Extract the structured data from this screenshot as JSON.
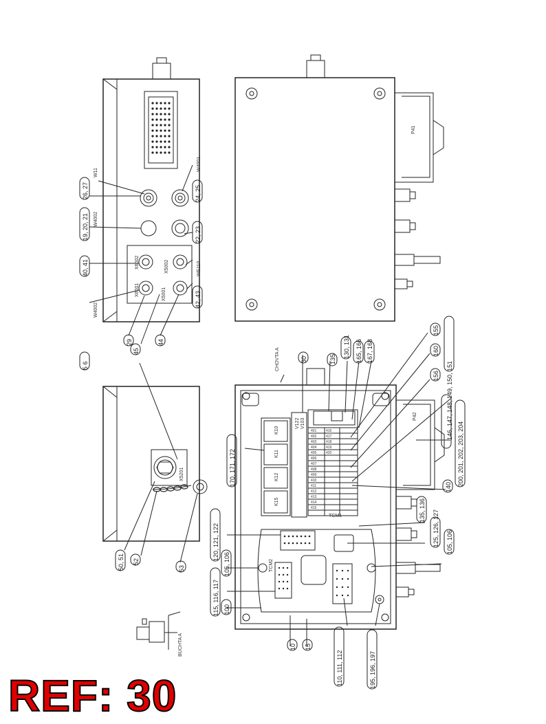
{
  "ref": {
    "label": "REF: 30"
  },
  "top_left_view": {
    "labels": [
      "W11",
      "W4002",
      "W4001",
      "WE110",
      "X6001",
      "X6002",
      "X5001",
      "X5002",
      "W4002"
    ],
    "callouts": [
      "26, 27",
      "19, 20, 21",
      "40, 41",
      "24, 25",
      "22, 23",
      "42, 43",
      "29",
      "44",
      "5 6"
    ]
  },
  "bottom_left_view": {
    "labels": [
      "X5201",
      "BUCHTA A"
    ],
    "callouts": [
      "45",
      "50, 51",
      "52",
      "53"
    ]
  },
  "main_view": {
    "labels": [
      "CHOVTA A",
      "V122",
      "V103",
      "K10",
      "K11",
      "K12",
      "K15",
      "TCM1",
      "TCM2",
      "P41",
      "P42"
    ],
    "callouts": [
      "30",
      "135",
      "130, 131",
      "165, 166",
      "167, 168",
      "155",
      "160",
      "156",
      "146, 147, 148, 149, 150, 151",
      "200, 201, 202, 203, 204",
      "140",
      "135, 136",
      "125, 126, 127",
      "105, 106",
      "170, 171, 172",
      "120, 121, 122",
      "105, 106",
      "115, 116, 117",
      "100",
      "10",
      "15",
      "110, 111, 112",
      "195, 196, 197"
    ]
  },
  "terminal_rows": [
    "401",
    "402",
    "403",
    "404",
    "405",
    "406",
    "407",
    "408",
    "409",
    "410",
    "411",
    "412",
    "413",
    "414",
    "415",
    "416",
    "417",
    "418",
    "419",
    "420"
  ]
}
